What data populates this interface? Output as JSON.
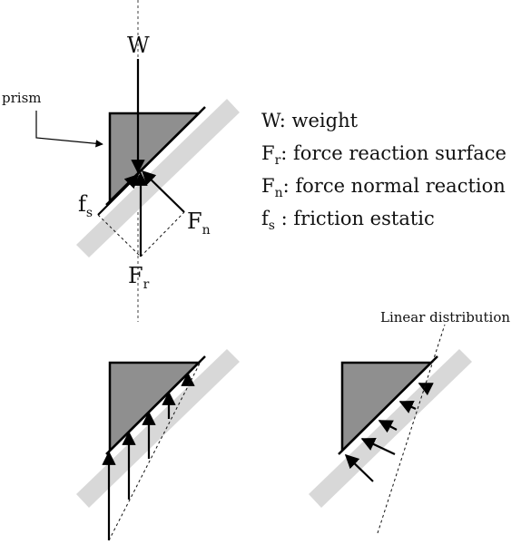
{
  "labels": {
    "W": "W",
    "prism": "prism",
    "F": "F",
    "r": "r",
    "n": "n",
    "f": "f",
    "s": "s",
    "linear_distribution": "Linear distribution"
  },
  "legend": {
    "line1": {
      "main": "W: weight",
      "sub": "",
      "rest": ""
    },
    "line2": {
      "main": "F",
      "sub": "r",
      "rest": ": force reaction surface"
    },
    "line3": {
      "main": "F",
      "sub": "n",
      "rest": ": force normal reaction"
    },
    "line4": {
      "main": "f",
      "sub": "s",
      "rest": " : friction estatic"
    }
  },
  "colors": {
    "prism_fill": "#8f8f8f",
    "incline_fill": "#d8d8d8",
    "line": "#000000"
  }
}
